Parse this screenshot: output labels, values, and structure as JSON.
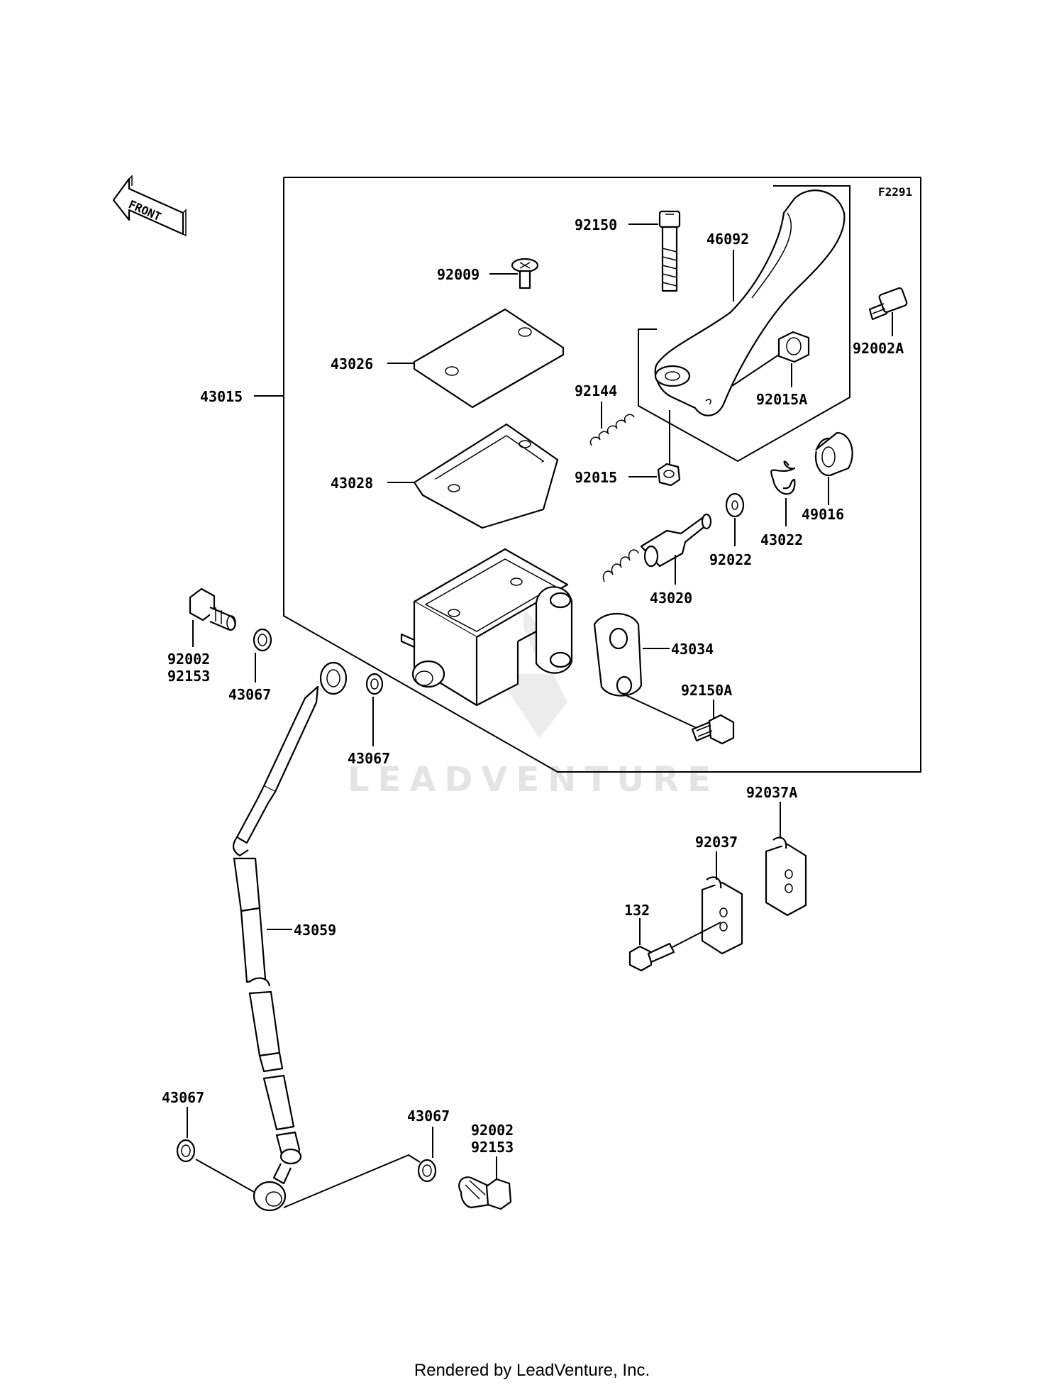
{
  "figure_code": "F2291",
  "front_label": "FRONT",
  "watermark": "LEADVENTURE",
  "footer": "Rendered by LeadVenture, Inc.",
  "parts": {
    "p92150": "92150",
    "p46092": "46092",
    "p92009": "92009",
    "p92002A": "92002A",
    "p43026": "43026",
    "p43015": "43015",
    "p92144": "92144",
    "p92015A": "92015A",
    "p92015": "92015",
    "p43028": "43028",
    "p49016": "49016",
    "p43022": "43022",
    "p92022": "92022",
    "p43020": "43020",
    "p43034": "43034",
    "p92002_top": "92002",
    "p92153_top": "92153",
    "p43067_a": "43067",
    "p92150A": "92150A",
    "p43067_b": "43067",
    "p92037A": "92037A",
    "p92037": "92037",
    "p132": "132",
    "p43059": "43059",
    "p43067_c": "43067",
    "p43067_d": "43067",
    "p92002_bot": "92002",
    "p92153_bot": "92153"
  }
}
